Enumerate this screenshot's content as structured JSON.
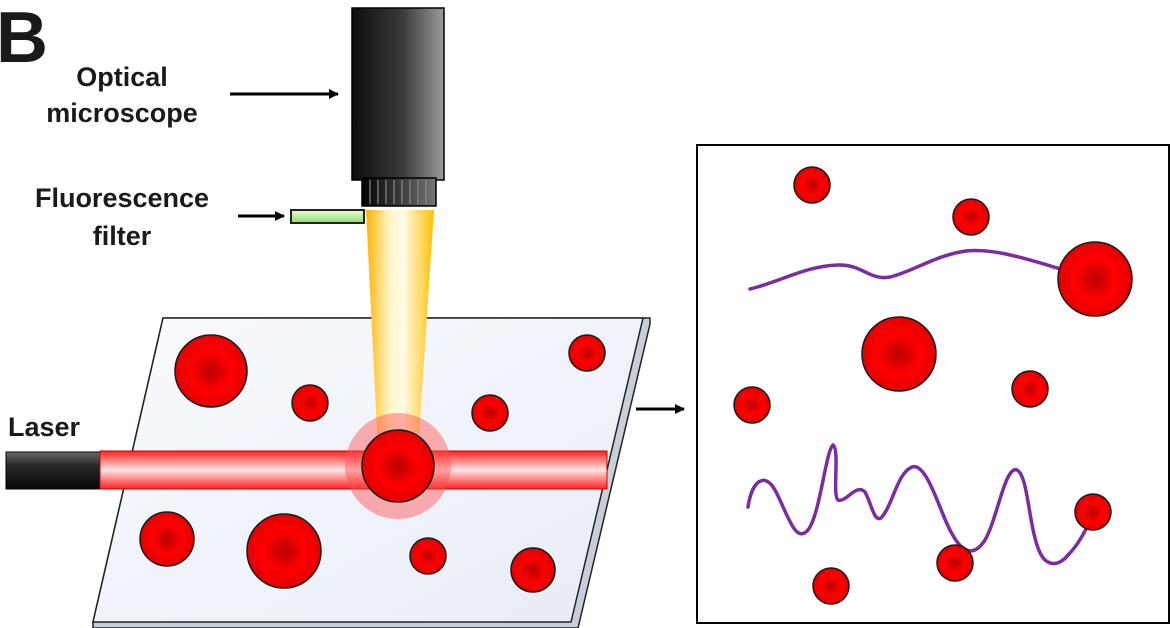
{
  "panel_letter": "B",
  "labels": {
    "microscope_line1": "Optical",
    "microscope_line2": "microscope",
    "filter_line1": "Fluorescence",
    "filter_line2": "filter",
    "laser": "Laser"
  },
  "colors": {
    "particle": "#e30000",
    "trajectory": "#7b2c9e",
    "laser_beam": "#ff3c3c",
    "light_cone": "#ffc600",
    "filter_glass": "#9fe07a",
    "slide": "#eef2f8"
  }
}
